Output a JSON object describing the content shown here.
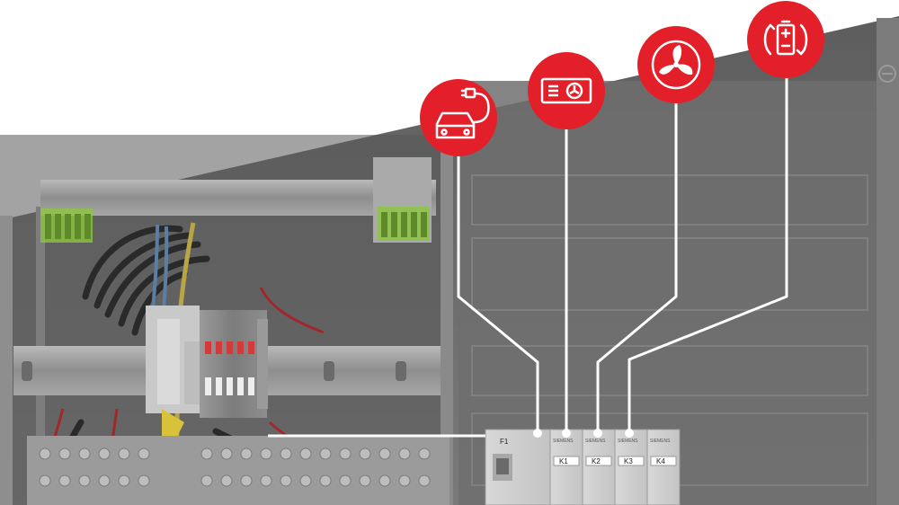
{
  "modules": [
    {
      "brand": "SIEMENS",
      "label": "K1"
    },
    {
      "brand": "SIEMENS",
      "label": "K2"
    },
    {
      "brand": "SIEMENS",
      "label": "K3"
    },
    {
      "brand": "SIEMENS",
      "label": "K4"
    }
  ],
  "breaker_label": "F1",
  "icons": [
    {
      "name": "ev-charging-car-icon"
    },
    {
      "name": "heating-unit-icon"
    },
    {
      "name": "ventilation-fan-icon"
    },
    {
      "name": "battery-storage-icon"
    }
  ],
  "colors": {
    "accent_red": "#e3202a",
    "connector_line": "#ffffff",
    "cabinet_gray": "#6e6e6e",
    "terminal_green": "#8cc63f"
  }
}
